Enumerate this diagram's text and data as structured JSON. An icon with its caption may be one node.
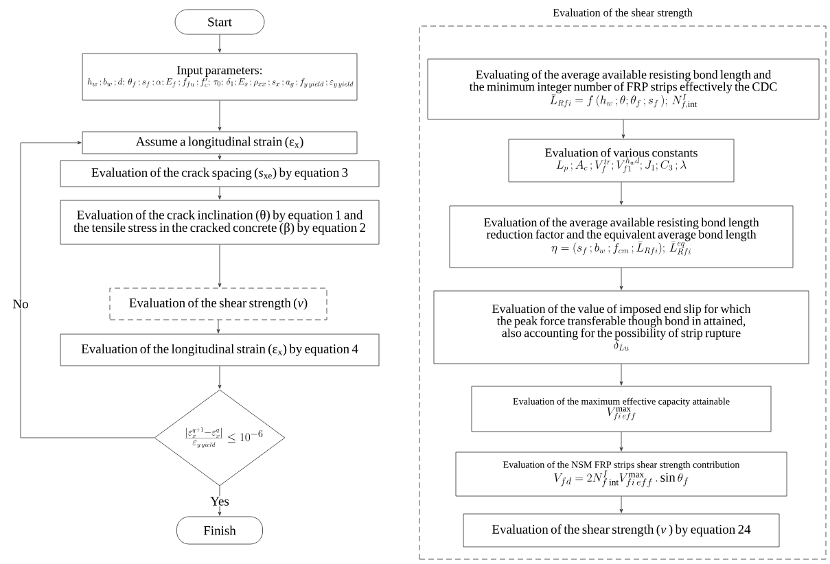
{
  "diagram": {
    "nodes": [
      {
        "text": [
          "Start"
        ]
      },
      {
        "text": [
          "Input parameters:",
          "h_w\\,;b_w\\,;d;\\,\\theta_f\\,;s_f\\,;\\alpha;E_f\\,;f_{fu}\\,;f_c';\\,\\tau_0;\\,\\delta_1;E_s\\,;\\rho_{xx}\\,;s_x\\,;a_g\\,;f_{y\\,yield}\\,;\\varepsilon_{y\\,yield}"
        ]
      },
      {
        "text": [
          "Assume a longitudinal strain (ε$_{x}$)"
        ]
      },
      {
        "text": [
          "Evaluation of the crack spacing (*s*$_{xe}$) by equation 3"
        ]
      },
      {
        "text": [
          "Evaluation of the crack inclination (θ) by equation 1 and the tensile stress in the cracked concrete (β) by equation 2"
        ]
      },
      {
        "text": [
          "Evaluation of the shear strength (*v*)"
        ]
      },
      {
        "text": [
          "Evaluation of the longitudinal strain (ε$_{x}$) by equation 4"
        ]
      },
      {
        "text": [
          "\\frac{\\left|\\varepsilon_x^{q+1}-\\varepsilon_x^{q}\\right|}{\\varepsilon_{y\\,yield}}\\le 10^{-6}"
        ]
      },
      {
        "text": [
          "Finish"
        ]
      },
      {
        "text": [
          "Evaluation of the shear strength"
        ]
      },
      {
        "text": [
          "Evaluating of the average available resisting bond length and the minimum integer number of FRP strips effectively the CDC",
          "\\bar{L}_{Rfi}=f\\,(h_w\\,;\\theta;\\theta_f\\,;s_f\\,);\\,N^{I}_{f,\\mathrm{int}}"
        ],
        "in": 9
      },
      {
        "text": [
          "Evaluation of various constants",
          "L_p\\,;A_c\\,;V_f^{tr};V_{f1}^{h_w d};J_1;C_3\\,;\\lambda"
        ],
        "in": 9
      },
      {
        "text": [
          "Evaluation of the average available resisting bond length reduction factor and the equivalent average bond length",
          "\\eta=(s_f\\,;b_w\\,;f_{cm}\\,;\\bar{L}_{Rfi});\\,\\bar{L}^{eq}_{Rfi}"
        ],
        "in": 9
      },
      {
        "text": [
          "Evaluation of the value of imposed end slip for which the peak force transferable though bond in attained, also accounting for the possibility of strip rupture",
          "\\delta_{Lu}"
        ],
        "in": 9
      },
      {
        "text": [
          "Evaluation of the maximum effective capacity attainable",
          "V^{\\max}_{fi\\,eff}"
        ],
        "in": 9
      },
      {
        "text": [
          "Evaluation of the NSM FRP strips shear strength contribution",
          "V_{fd}=2N^{I}_{f\\,\\mathrm{int}}V^{\\max}_{fi\\,eff}\\,.\\sin\\theta_f"
        ],
        "in": 9
      },
      {
        "text": [
          "Evaluation of the shear strength (*v* ) by equation 24"
        ],
        "in": 9
      }
    ],
    "edges": [
      {
        "from": 0,
        "to": 1,
        "arrow": "to"
      },
      {
        "from": 1,
        "to": 2,
        "arrow": "to"
      },
      {
        "from": 2,
        "to": 3,
        "arrow": "to"
      },
      {
        "from": 3,
        "to": 4,
        "arrow": "to"
      },
      {
        "from": 4,
        "to": 5,
        "arrow": "to"
      },
      {
        "from": 5,
        "to": 6,
        "arrow": "to"
      },
      {
        "from": 6,
        "to": 7,
        "arrow": "to"
      },
      {
        "from": 7,
        "to": 8,
        "arrow": "to",
        "label": "Yes"
      },
      {
        "from": 7,
        "to": 2,
        "arrow": "to",
        "label": "No"
      },
      {
        "from": 10,
        "to": 11,
        "arrow": "to"
      },
      {
        "from": 11,
        "to": 12,
        "arrow": "to"
      },
      {
        "from": 12,
        "to": 13,
        "arrow": "to"
      },
      {
        "from": 13,
        "to": 14,
        "arrow": "to"
      },
      {
        "from": 14,
        "to": 15,
        "arrow": "to"
      },
      {
        "from": 15,
        "to": 16,
        "arrow": "to"
      }
    ]
  }
}
